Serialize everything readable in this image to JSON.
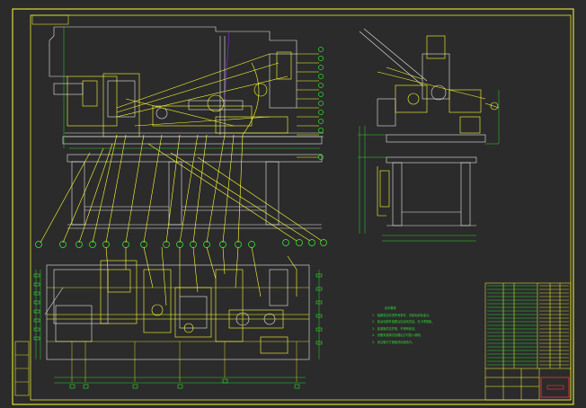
{
  "drawing": {
    "notes": {
      "heading": "技术要求",
      "lines": [
        "1. 装配前应清洗所有零件，去除毛刺及油污。",
        "2. 各运动部件装配后应运动灵活，无卡滞现象。",
        "3. 各紧固件应拧紧，不得有松动。",
        "4. 设备安装调试合格后方可投入使用。",
        "5. 未注明尺寸按相关标准执行。"
      ]
    },
    "colors": {
      "background": "#2b2b2b",
      "frame": "#ffff33",
      "geometry_primary": "#ffff33",
      "geometry_secondary": "#e6e6e6",
      "dimension": "#33ff33",
      "highlight": "#ff3333",
      "accent": "#8a2be2",
      "cyan": "#33cccc"
    }
  }
}
